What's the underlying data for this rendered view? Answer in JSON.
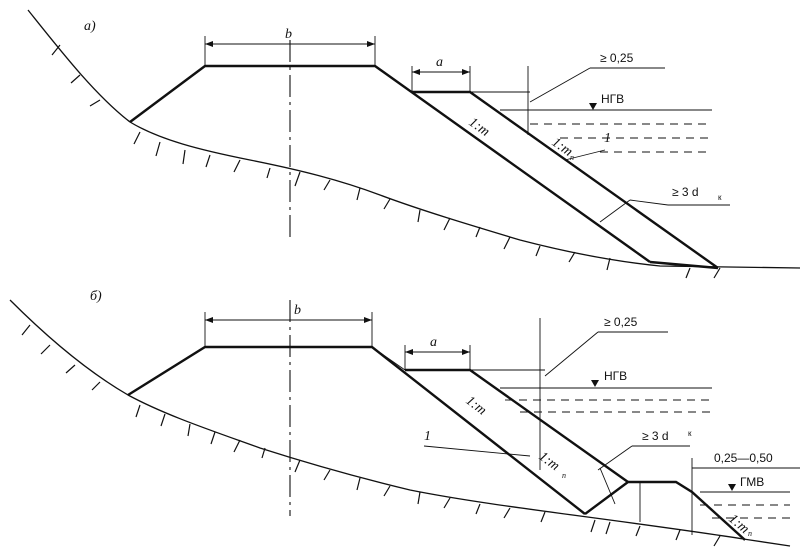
{
  "figure": {
    "a": {
      "label": "а)",
      "crest_width": "b",
      "berm_width": "a",
      "freeboard": "≥ 0,25",
      "water_level": "НГВ",
      "main_slope": "1:m",
      "outer_slope_main": "1:m",
      "outer_slope_sub": "n",
      "layer_number": "1",
      "layer_thickness_main": "≥ 3 d",
      "layer_thickness_sub": "к"
    },
    "b": {
      "label": "б)",
      "crest_width": "b",
      "berm_width": "a",
      "freeboard": "≥ 0,25",
      "water_level": "НГВ",
      "main_slope": "1:m",
      "outer_slope_main": "1:m",
      "outer_slope_sub": "n",
      "layer_number": "1",
      "layer_thickness_main": "≥ 3 d",
      "layer_thickness_sub": "к",
      "toe_freeboard": "0,25—0,50",
      "low_water_level": "ГМВ",
      "toe_slope_main": "1:m",
      "toe_slope_sub": "n"
    }
  },
  "colors": {
    "ink": "#111111",
    "paper": "#ffffff"
  }
}
